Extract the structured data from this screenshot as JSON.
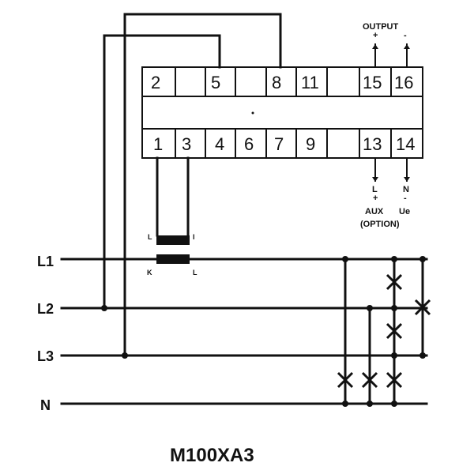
{
  "terminals": {
    "top": [
      "2",
      "5",
      "8",
      "11",
      "15",
      "16"
    ],
    "bottom": [
      "1",
      "3",
      "4",
      "6",
      "7",
      "9",
      "13",
      "14"
    ]
  },
  "output": {
    "label": "OUTPUT",
    "plus": "+",
    "minus": "-"
  },
  "aux": {
    "l": "L",
    "n": "N",
    "plus": "+",
    "minus": "-",
    "line1_left": "AUX",
    "line1_right": "Ue",
    "line2": "(OPTION)"
  },
  "ct": {
    "top_left": "L",
    "top_right": "I",
    "bottom_left": "K",
    "bottom_right": "L"
  },
  "lines": [
    "L1",
    "L2",
    "L3",
    "N"
  ],
  "model": "M100XA3"
}
